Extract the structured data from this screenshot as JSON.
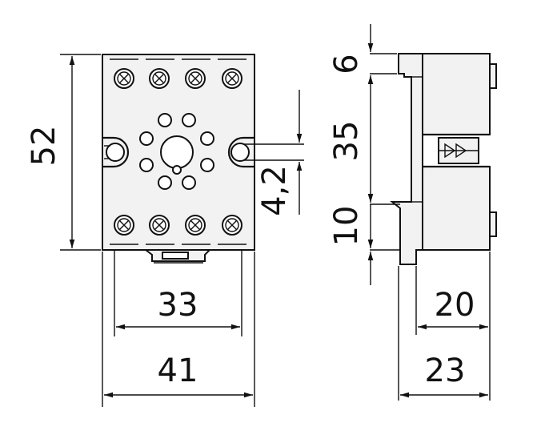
{
  "dimensions": {
    "height_total": "52",
    "pin_offset": "4,2",
    "mount_spacing": "33",
    "width_total": "41",
    "top_offset": "6",
    "rail_width": "35",
    "bottom_offset": "10",
    "depth_inner": "20",
    "depth_total": "23"
  },
  "icons": {
    "screw_terminal": "screw-terminal-icon",
    "socket_pin": "socket-pin-icon",
    "arrow_mark": "double-arrow-icon"
  },
  "colors": {
    "line": "#111111",
    "fill": "#f2f2f2",
    "background": "#ffffff"
  }
}
